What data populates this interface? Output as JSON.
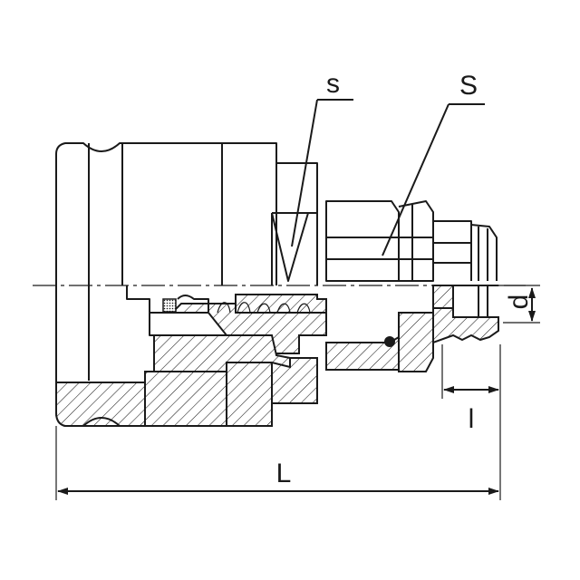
{
  "drawing": {
    "labels": {
      "small_s": "s",
      "big_s": "S",
      "d": "d",
      "l": "l",
      "L": "L"
    }
  }
}
